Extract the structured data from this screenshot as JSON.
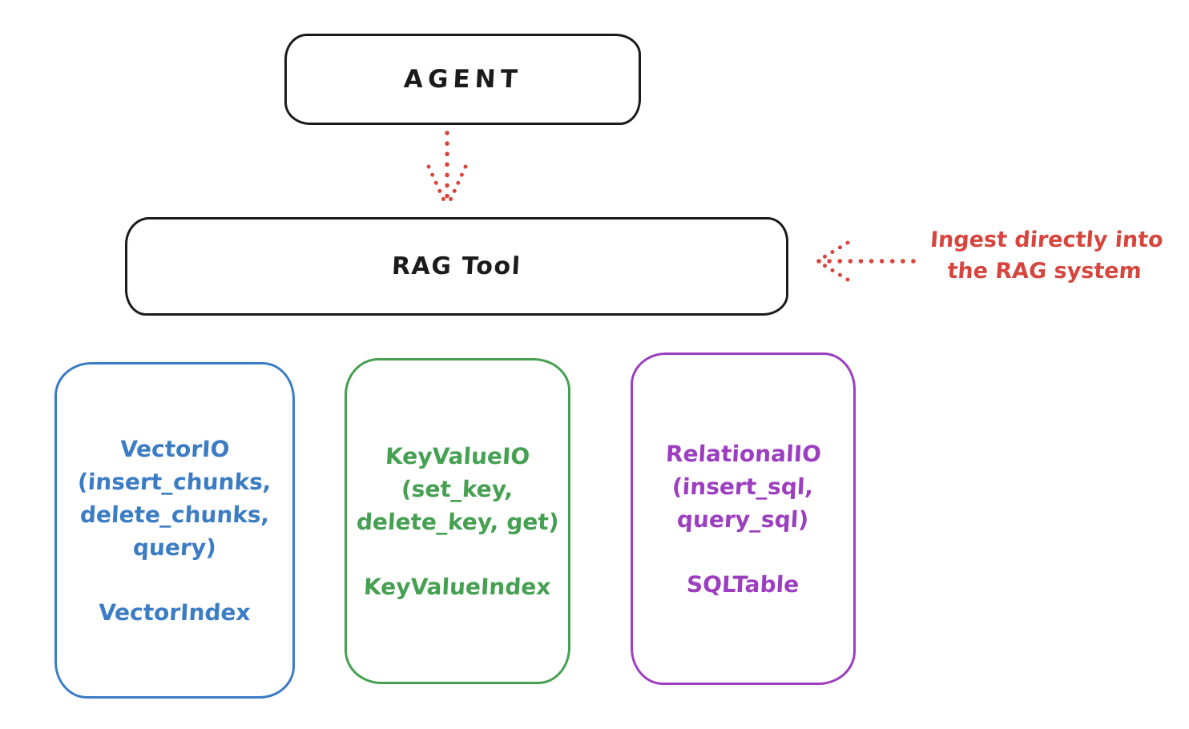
{
  "colors": {
    "background": "#ffffff",
    "ink": "#1b1b1b",
    "red": "#d6463e",
    "blue": "#3b7cc4",
    "green": "#46a052",
    "purple": "#9c3ec0"
  },
  "nodes": {
    "agent": {
      "label": "AGENT"
    },
    "rag_tool": {
      "label": "RAG Tool"
    }
  },
  "annotation": {
    "line1": "Ingest directly into",
    "line2": "the RAG system"
  },
  "arrows": {
    "agent_to_rag": "dotted-down-arrow",
    "ingest_to_rag": "dotted-left-arrow"
  },
  "io_boxes": [
    {
      "title": "VectorIO",
      "methods": [
        "(insert_chunks,",
        "delete_chunks,",
        "query)"
      ],
      "index_class": "VectorIndex",
      "color": "blue"
    },
    {
      "title": "KeyValueIO",
      "methods": [
        "(set_key,",
        "delete_key, get)"
      ],
      "index_class": "KeyValueIndex",
      "color": "green"
    },
    {
      "title": "RelationalIO",
      "methods": [
        "(insert_sql,",
        "query_sql)"
      ],
      "index_class": "SQLTable",
      "color": "purple"
    }
  ]
}
